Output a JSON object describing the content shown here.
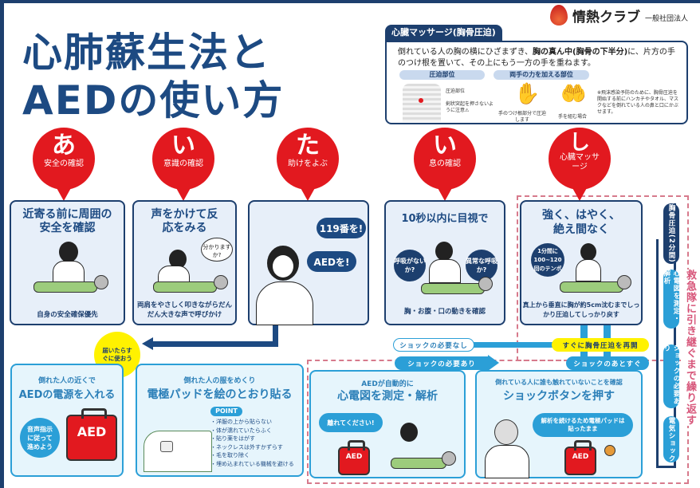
{
  "title": {
    "line1": "心肺蘇生法と",
    "line2": "AEDの使い方"
  },
  "logo": {
    "name": "情熱クラブ",
    "sub": "一般社団法人"
  },
  "massage": {
    "tab": "心臓マッサージ(胸骨圧迫)",
    "text_a": "倒れている人の胸の横にひざまずき、",
    "text_b": "胸の真ん中(胸骨の下半分)",
    "text_c": "に、片方の手のつけ根を置いて、その上にもう一方の手を重ねます。",
    "label_position": "圧迫部位",
    "label_hands": "両手の力を加える部位",
    "note_position": "圧迫部位",
    "note_xiphoid": "剣状突起を押さないように注意⚠",
    "note_hand1": "手のつけ根部分で圧迫します",
    "note_hand2": "手を組む場合",
    "note_infection": "※飛沫感染予防のために、胸骨圧迫を開始する前にハンカチやタオル、マスクなどを倒れている人の鼻と口にかぶせます。"
  },
  "steps": [
    {
      "kana": "あ",
      "caption": "安全の確認",
      "head": "近寄る前に周囲の安全を確認",
      "foot": "自身の安全確保優先"
    },
    {
      "kana": "い",
      "caption": "意識の確認",
      "head": "声をかけて反応をみる",
      "bubble": "分かりますか?",
      "foot": "両肩をやさしく叩きながらだんだん大きな声で呼びかけ"
    },
    {
      "kana": "た",
      "caption": "助けをよぶ",
      "bubble1": "119番を!",
      "bubble2": "AEDを!"
    },
    {
      "kana": "い",
      "caption": "息の確認",
      "head": "10秒以内に目視で",
      "bubble1": "呼吸がないか?",
      "bubble2": "異常な呼吸か?",
      "foot": "胸・お腹・口の動きを確認"
    },
    {
      "kana": "し",
      "caption": "心臓マッサージ",
      "head1": "強く、はやく、",
      "head2": "絶え間なく",
      "bubble": "1分間に100~120回のテンポ",
      "foot": "真上から垂直に胸が約5cm沈むまでしっかり圧迫してしっかり戻す"
    }
  ],
  "arrive_badge": "届いたらすぐに使おう",
  "aed_steps": [
    {
      "sub": "倒れた人の近くで",
      "head": "AEDの電源を入れる",
      "bubble": "音声指示に従って進めよう",
      "aed_label": "AED"
    },
    {
      "sub": "倒れた人の服をめくり",
      "head": "電極パッドを絵のとおり貼る",
      "point": "POINT",
      "points": [
        "・洋服の上から貼らない",
        "・体が濡れていたらふく",
        "・貼り薬をはがす",
        "・ネックレスは外すかずらす",
        "・毛を取り除く",
        "・埋め込まれている機械を避ける"
      ]
    },
    {
      "sub": "AEDが自動的に",
      "head": "心電図を測定・解析",
      "bubble": "離れてください!",
      "aed_label": "AED"
    },
    {
      "sub": "倒れている人に誰も触れていないことを確認",
      "head": "ショックボタンを押す",
      "bubble": "解析を続けるため電極パッドは貼ったまま",
      "aed_label": "AED"
    }
  ],
  "flow": {
    "no_shock": "ショックの必要なし",
    "resume": "すぐに胸骨圧迫を再開",
    "shock_needed": "ショックの必要あり",
    "after_shock": "ショックのあとすぐ"
  },
  "cycle": {
    "items": [
      "胸骨圧迫(2分間)",
      "心電図を測定・解析",
      "ショックの必要あり",
      "電気ショック"
    ],
    "repeat": "救急隊に引き継ぐまで繰り返す"
  },
  "colors": {
    "navy": "#1d3f6e",
    "red": "#e2191f",
    "sky": "#2b9fd7",
    "yellow": "#fff200",
    "pink_dash": "#d77a8c"
  }
}
